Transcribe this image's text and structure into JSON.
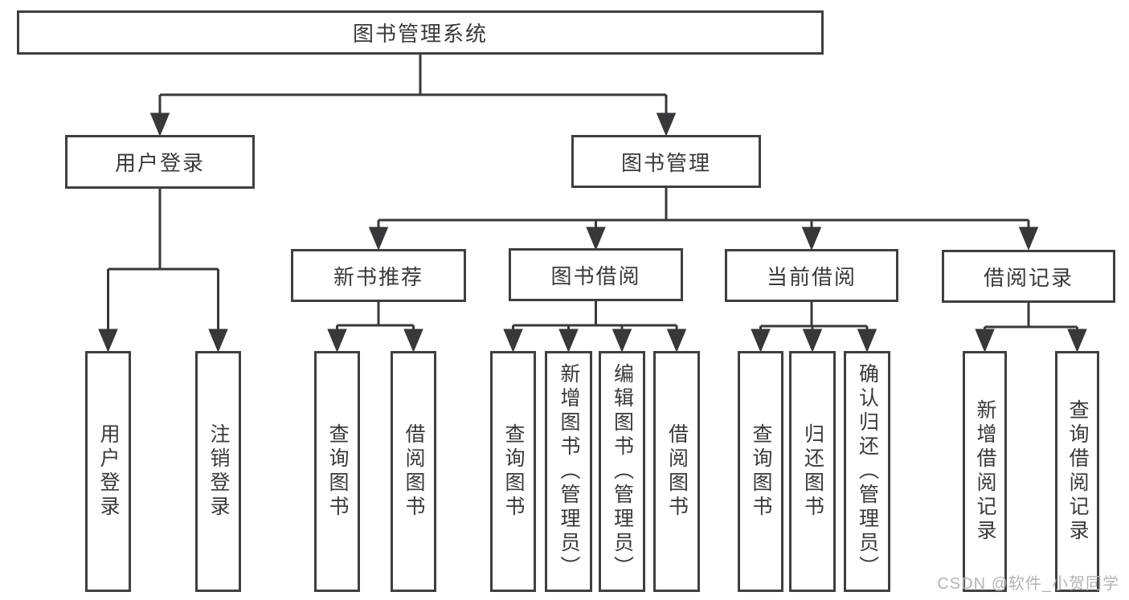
{
  "diagram_title": "图书管理系统",
  "tree": {
    "root": {
      "label": "图书管理系统",
      "children": [
        {
          "label": "用户登录",
          "children": [
            {
              "label": "用户登录"
            },
            {
              "label": "注销登录"
            }
          ]
        },
        {
          "label": "图书管理",
          "children": [
            {
              "label": "新书推荐",
              "children": [
                {
                  "label": "查询图书"
                },
                {
                  "label": "借阅图书"
                }
              ]
            },
            {
              "label": "图书借阅",
              "children": [
                {
                  "label": "查询图书"
                },
                {
                  "label": "新增图书（管理员）"
                },
                {
                  "label": "编辑图书（管理员）"
                },
                {
                  "label": "借阅图书"
                }
              ]
            },
            {
              "label": "当前借阅",
              "children": [
                {
                  "label": "查询图书"
                },
                {
                  "label": "归还图书"
                },
                {
                  "label": "确认归还（管理员）"
                }
              ]
            },
            {
              "label": "借阅记录",
              "children": [
                {
                  "label": "新增借阅记录"
                },
                {
                  "label": "查询借阅记录"
                }
              ]
            }
          ]
        }
      ]
    }
  },
  "watermark": {
    "text": "CSDN @软件_小贺同学",
    "color": "#b4b4b4"
  },
  "colors": {
    "background": "#ffffff",
    "box_border": "#3f3f42",
    "line": "#38383a",
    "text": "#39393d"
  }
}
